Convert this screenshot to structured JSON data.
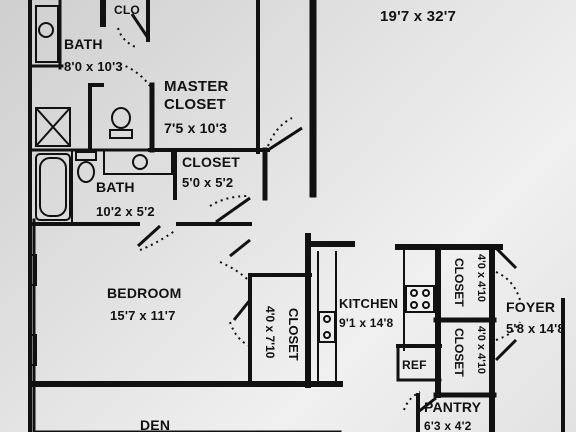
{
  "plan": {
    "header_dims": "19'7 x 32'7",
    "rooms": [
      {
        "key": "clo_top",
        "name": "CLO",
        "dims": ""
      },
      {
        "key": "bath1",
        "name": "BATH",
        "dims": "8'0 x 10'3"
      },
      {
        "key": "master_closet",
        "name": "MASTER CLOSET",
        "dims": "7'5 x 10'3"
      },
      {
        "key": "closet_small",
        "name": "CLOSET",
        "dims": "5'0 x 5'2"
      },
      {
        "key": "bath2",
        "name": "BATH",
        "dims": "10'2 x 5'2"
      },
      {
        "key": "bedroom",
        "name": "BEDROOM",
        "dims": "15'7 x 11'7"
      },
      {
        "key": "closet_tall",
        "name": "CLOSET",
        "dims": "4'0 x 7'10"
      },
      {
        "key": "kitchen",
        "name": "KITCHEN",
        "dims": "9'1 x 14'8"
      },
      {
        "key": "closet_upper",
        "name": "CLOSET",
        "dims": "4'0 x 4'10"
      },
      {
        "key": "closet_lower",
        "name": "CLOSET",
        "dims": "4'0 x 4'10"
      },
      {
        "key": "foyer",
        "name": "FOYER",
        "dims": "5'8 x 14'8"
      },
      {
        "key": "ref",
        "name": "REF",
        "dims": ""
      },
      {
        "key": "pantry",
        "name": "PANTRY",
        "dims": "6'3 x 4'2"
      },
      {
        "key": "den",
        "name": "DEN",
        "dims": ""
      }
    ],
    "labels": {
      "clo_top": "CLO",
      "bath1_name": "BATH",
      "bath1_dims": "8'0 x 10'3",
      "master_line1": "MASTER",
      "master_line2": "CLOSET",
      "master_dims": "7'5 x 10'3",
      "closet_small_name": "CLOSET",
      "closet_small_dims": "5'0 x 5'2",
      "bath2_name": "BATH",
      "bath2_dims": "10'2 x 5'2",
      "bedroom_name": "BEDROOM",
      "bedroom_dims": "15'7 x 11'7",
      "closet_tall_name": "CLOSET",
      "closet_tall_dims": "4'0 x 7'10",
      "kitchen_name": "KITCHEN",
      "kitchen_dims": "9'1 x 14'8",
      "closet_upper_name": "CLOSET",
      "closet_upper_dims": "4'0 x 4'10",
      "closet_lower_name": "CLOSET",
      "closet_lower_dims": "4'0 x 4'10",
      "foyer_name": "FOYER",
      "foyer_dims": "5'8 x 14'8",
      "ref": "REF",
      "pantry_name": "PANTRY",
      "pantry_dims": "6'3 x 4'2",
      "den_name": "DEN"
    },
    "colors": {
      "wall": "#111111",
      "paper": "#e6e6e6"
    }
  }
}
